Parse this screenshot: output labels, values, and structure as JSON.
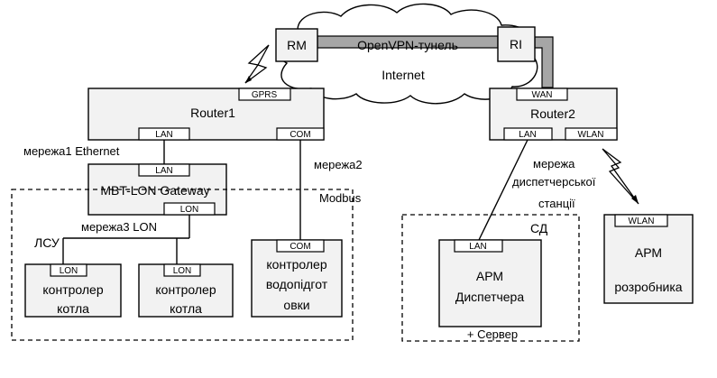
{
  "cloud": {
    "label": "Internet",
    "tunnel_label": "OpenVPN-тунель"
  },
  "nodes": {
    "rm": "RM",
    "ri": "RI",
    "router1": "Router1",
    "router2": "Router2",
    "gateway": "MBT-LON Gateway",
    "ctrl1": [
      "контролер",
      "котла"
    ],
    "ctrl2": [
      "контролер",
      "котла"
    ],
    "ctrl3": [
      "контролер",
      "водопідгот",
      "овки"
    ],
    "arm_dispatcher": [
      "АРМ",
      "Диспетчера"
    ],
    "arm_developer": [
      "АРМ",
      "розробника"
    ]
  },
  "ports": {
    "gprs": "GPRS",
    "r1_lan": "LAN",
    "r1_com": "COM",
    "gw_lan": "LAN",
    "gw_lon": "LON",
    "c1_lon": "LON",
    "c2_lon": "LON",
    "c3_com": "COM",
    "wan": "WAN",
    "r2_lan": "LAN",
    "r2_wlan": "WLAN",
    "ad_lan": "LAN",
    "dev_wlan": "WLAN"
  },
  "labels": {
    "net1": "мережа1 Ethernet",
    "net2": "мережа2",
    "modbus": "Modbus",
    "net3": "мережа3 LON",
    "lsu": "ЛСУ",
    "sd": "СД",
    "dispatch_net": [
      "мережа",
      "диспетчерської",
      "станції"
    ],
    "server": "+ Сервер"
  }
}
